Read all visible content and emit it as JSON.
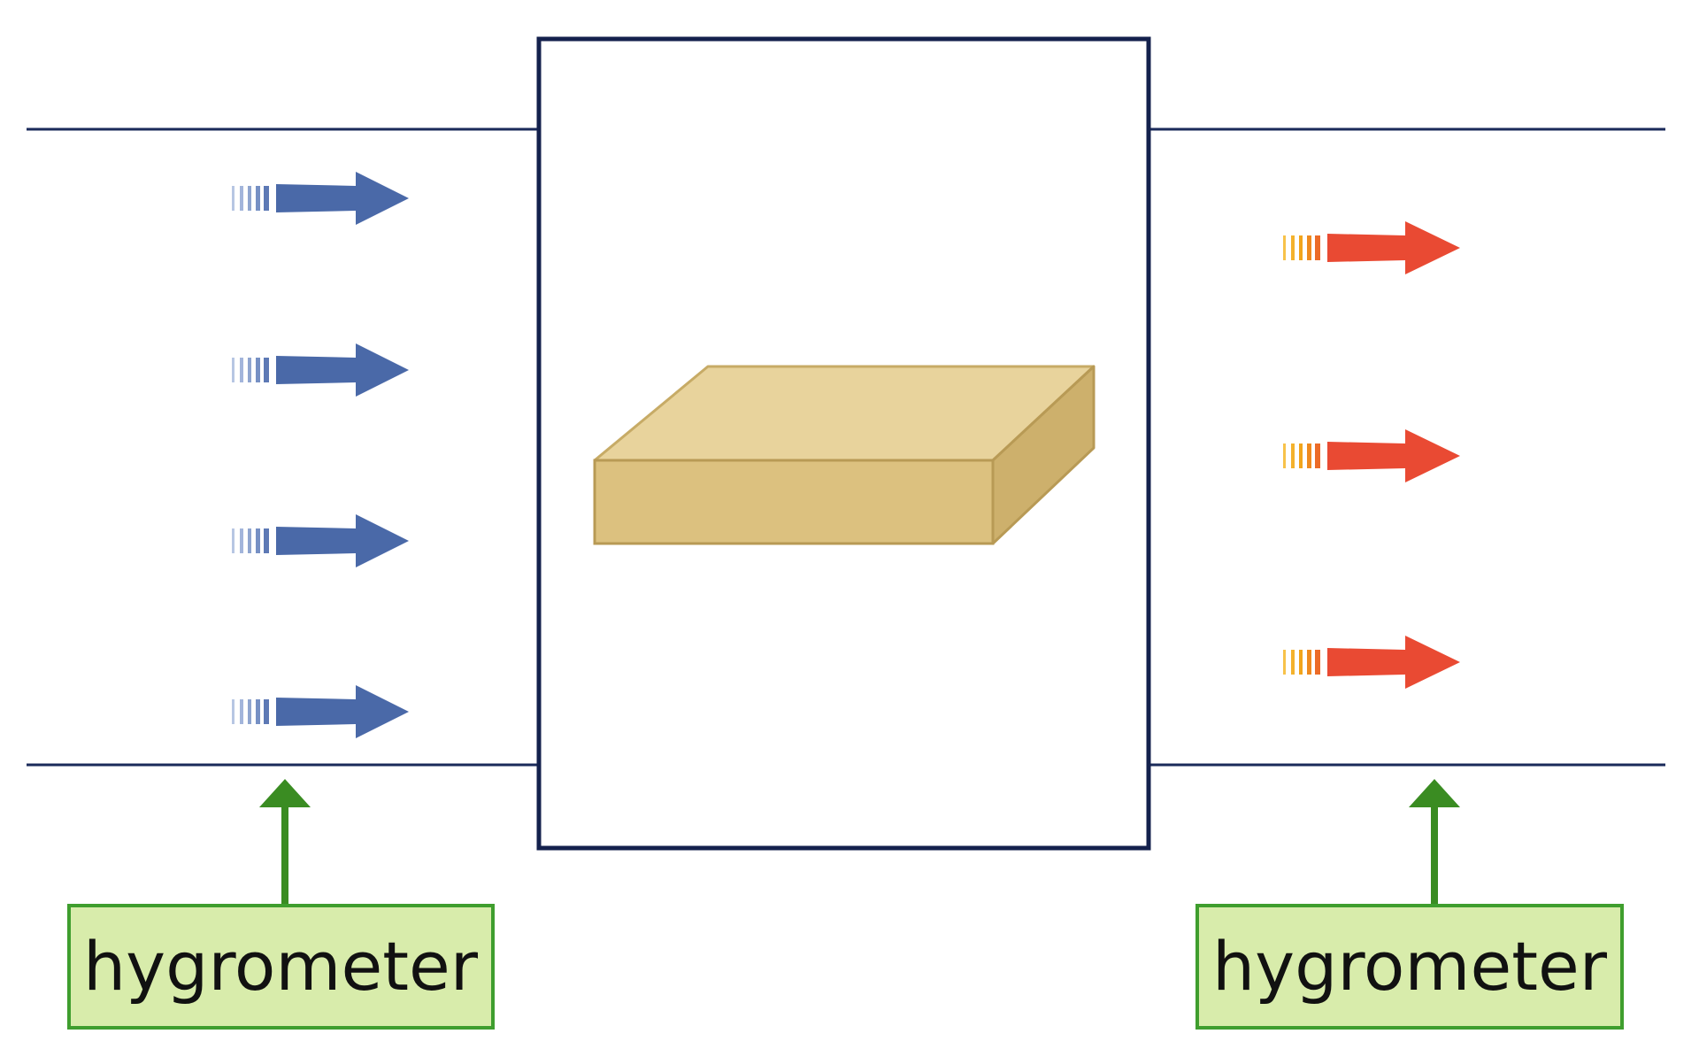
{
  "diagram": {
    "left_sensor": {
      "label": "hygrometer"
    },
    "right_sensor": {
      "label": "hygrometer"
    },
    "inlet_arrow_count": 4,
    "outlet_arrow_count": 3,
    "colors": {
      "duct_line": "#1a2a5a",
      "inlet_arrow": "#4a69a8",
      "inlet_arrow_tail": "#8fa5cf",
      "outlet_arrow": "#e94a33",
      "outlet_arrow_tail": "#f2a51c",
      "sample_top": "#e8d39c",
      "sample_front": "#dcc17f",
      "sample_side": "#cdb06c",
      "sample_edge": "#b89a55",
      "sensor_fill": "#d8ecab",
      "sensor_border": "#3f9e2e",
      "sensor_arrow": "#3a8c22",
      "label_text": "#111111"
    }
  }
}
